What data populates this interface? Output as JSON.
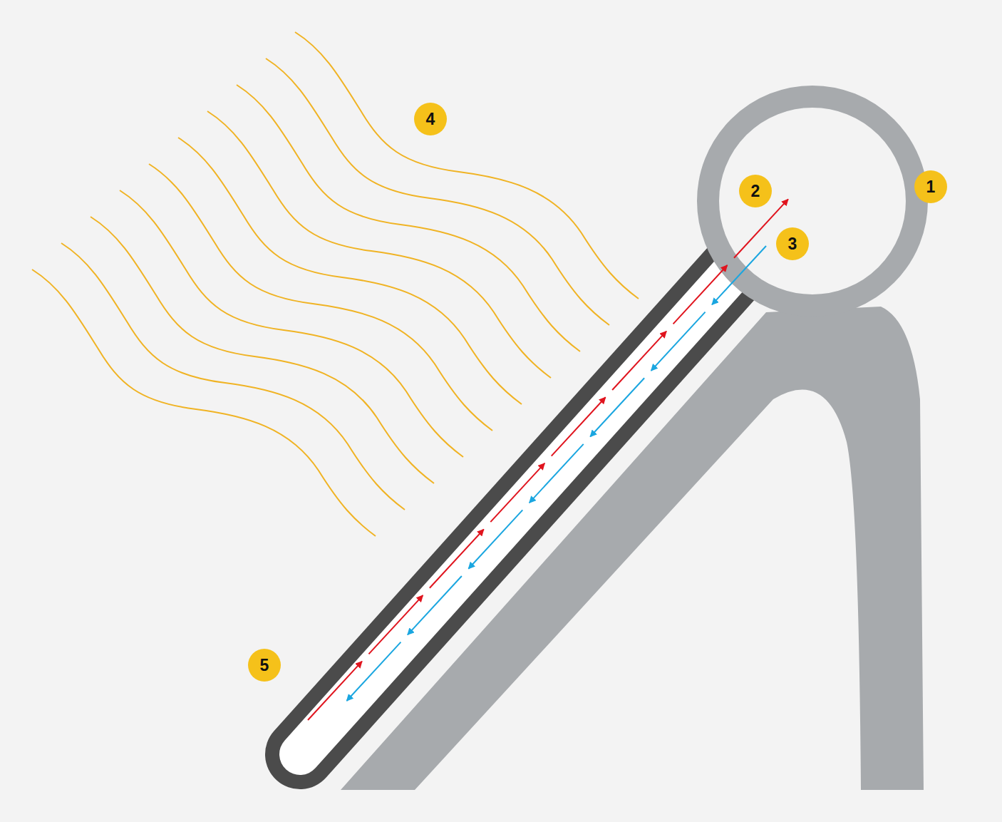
{
  "diagram": {
    "labels": [
      "4",
      "2",
      "1",
      "3",
      "5"
    ]
  }
}
